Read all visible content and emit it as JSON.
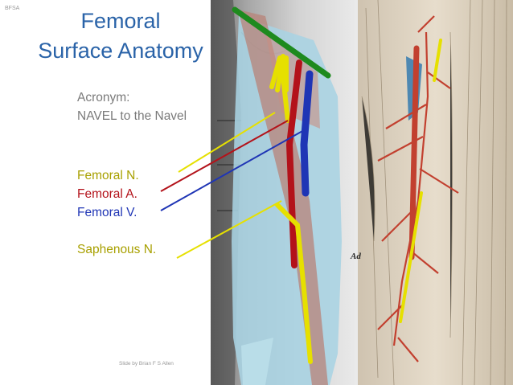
{
  "corner_tag": "BFSA",
  "title": {
    "line1": "Femoral",
    "line2": "Surface Anatomy"
  },
  "acronym": {
    "label": "Acronym:",
    "text": "NAVEL to the Navel"
  },
  "labels": {
    "nerve": "Femoral N.",
    "artery": "Femoral A.",
    "vein": "Femoral V.",
    "saphenous": "Saphenous N."
  },
  "engraving_labels": {
    "ad": "Ad"
  },
  "credit": "Slide by Brian F S Allen",
  "colors": {
    "title": "#2a63a8",
    "nerve": "#e6e000",
    "artery": "#b3121a",
    "vein": "#1f35b5",
    "inguinal_ligament": "#1e8a1e",
    "muscle": "#b88378",
    "skin_overlay": "#a9d3e2"
  }
}
